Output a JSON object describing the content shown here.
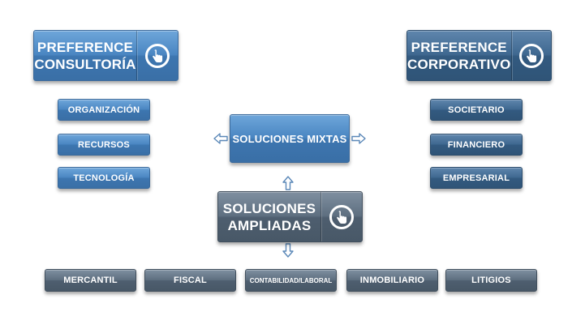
{
  "consultoria": {
    "title": "PREFERENCE CONSULTORÍA",
    "icon": "hand-pointer-icon",
    "items": [
      "ORGANIZACIÓN",
      "RECURSOS",
      "TECNOLOGÍA"
    ]
  },
  "corporativo": {
    "title": "PREFERENCE CORPORATIVO",
    "icon": "hand-pointer-icon",
    "items": [
      "SOCIETARIO",
      "FINANCIERO",
      "EMPRESARIAL"
    ]
  },
  "mixtas": {
    "label": "SOLUCIONES MIXTAS"
  },
  "ampliadas": {
    "title": "SOLUCIONES AMPLIADAS",
    "icon": "hand-pointer-icon",
    "items": [
      "MERCANTIL",
      "FISCAL",
      "CONTABILIDAD/LABORAL",
      "INMOBILIARIO",
      "LITIGIOS"
    ]
  },
  "colors": {
    "consultoria_blue": "#4a86c2",
    "corporativo_navy": "#3f6890",
    "ampliadas_slate": "#5e6f80",
    "arrow": "#5b88b8"
  }
}
